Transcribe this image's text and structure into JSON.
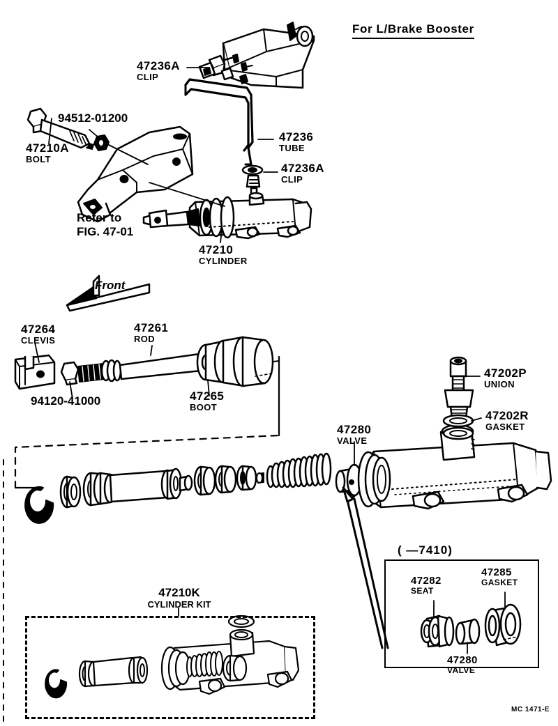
{
  "page": {
    "title": "For  L/Brake  Booster",
    "corner_code": "MC 1471-E"
  },
  "top_assembly": {
    "clip_upper": {
      "number": "47236A",
      "name": "CLIP"
    },
    "bolt": {
      "number": "47210A",
      "name": "BOLT"
    },
    "nut": {
      "number": "94512-01200"
    },
    "tube": {
      "number": "47236",
      "name": "TUBE"
    },
    "clip_lower": {
      "number": "47236A",
      "name": "CLIP"
    },
    "cylinder": {
      "number": "47210",
      "name": "CYLINDER"
    },
    "refer_line1": "Refer to",
    "refer_line2": "FIG. 47-01"
  },
  "direction": {
    "label": "Front"
  },
  "mid_assembly": {
    "clevis": {
      "number": "47264",
      "name": "CLEVIS"
    },
    "rod": {
      "number": "47261",
      "name": "ROD"
    },
    "nut": {
      "number": "94120-41000"
    },
    "boot": {
      "number": "47265",
      "name": "BOOT"
    },
    "union": {
      "number": "47202P",
      "name": "UNION"
    },
    "gasket": {
      "number": "47202R",
      "name": "GASKET"
    },
    "valve": {
      "number": "47280",
      "name": "VALVE"
    }
  },
  "kit_box": {
    "number": "47210K",
    "name": "CYLINDER KIT"
  },
  "variant_box": {
    "range": "(      —7410)",
    "seat": {
      "number": "47282",
      "name": "SEAT"
    },
    "valve": {
      "number": "47280",
      "name": "VALVE"
    },
    "gasket": {
      "number": "47285",
      "name": "GASKET"
    }
  }
}
